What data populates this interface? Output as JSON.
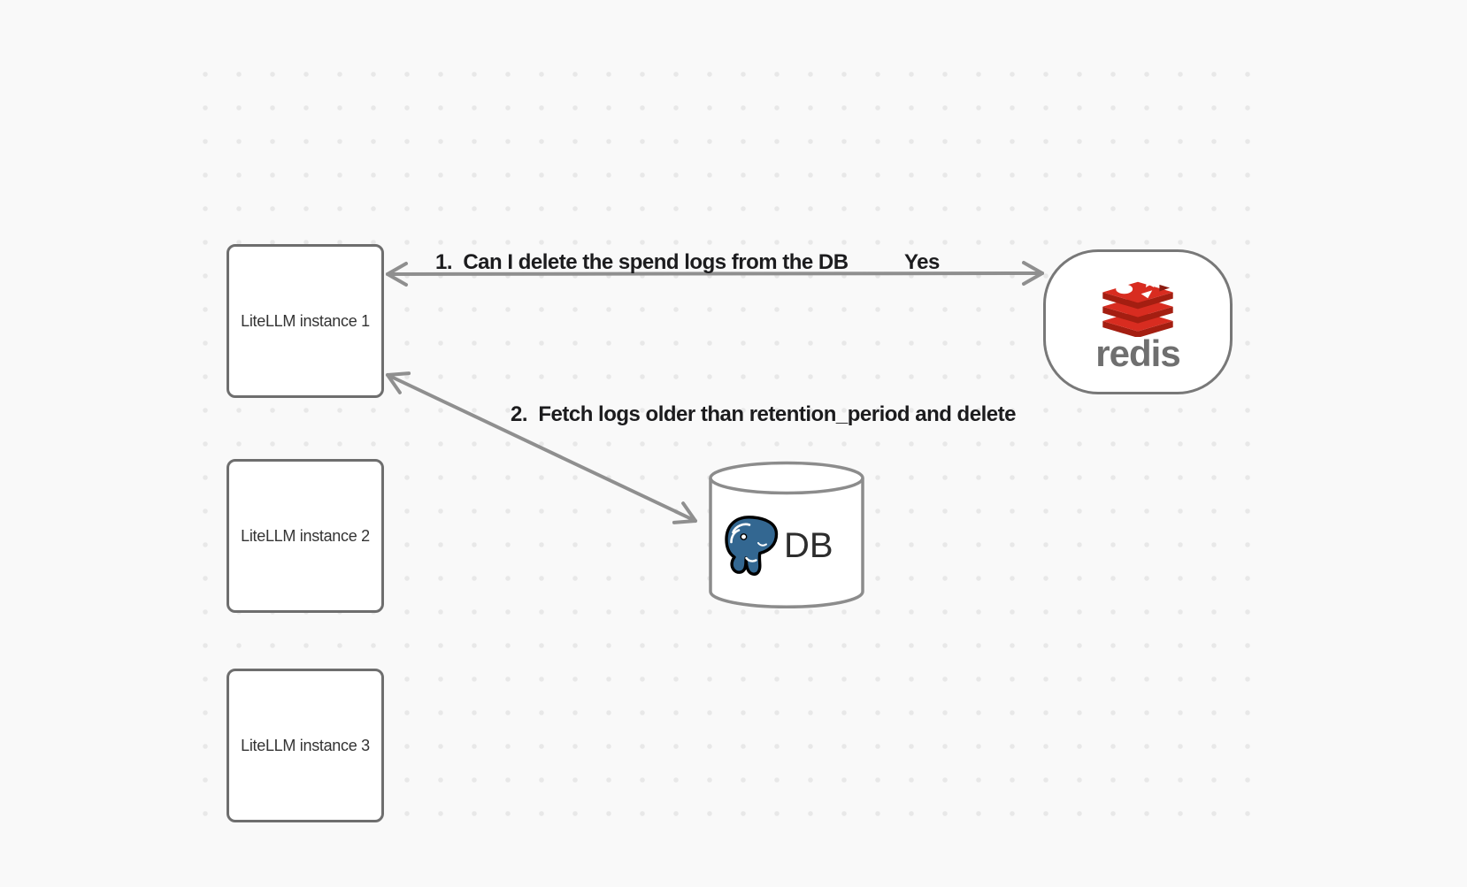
{
  "canvas": {
    "background_color": "#f9f9f9",
    "dot_color": "#e8e8e8",
    "style": "dotted-grid diagram canvas"
  },
  "nodes": {
    "litellm_instances": [
      {
        "label": "LiteLLM instance 1"
      },
      {
        "label": "LiteLLM instance 2"
      },
      {
        "label": "LiteLLM instance 3"
      }
    ],
    "redis": {
      "label": "redis",
      "logo": "redis-logo",
      "brand_red": "#d82c20",
      "brand_dark_red": "#a41e11",
      "wordmark_color": "#6f6f6f"
    },
    "database": {
      "label": "DB",
      "logo": "postgresql-logo",
      "logo_blue": "#336791",
      "shape": "cylinder"
    }
  },
  "arrows": [
    {
      "id": 1,
      "from": "LiteLLM instance 1",
      "to": "redis",
      "direction": "both",
      "label": "1.  Can I delete the spend logs from the DB",
      "response": "Yes"
    },
    {
      "id": 2,
      "from": "LiteLLM instance 1",
      "to": "DB",
      "direction": "both",
      "label": "2.  Fetch logs older than retention_period and delete"
    }
  ],
  "colors": {
    "node_border": "#6e6e6e",
    "arrow": "#8f8f8f",
    "label_text": "#1c1c1e"
  }
}
